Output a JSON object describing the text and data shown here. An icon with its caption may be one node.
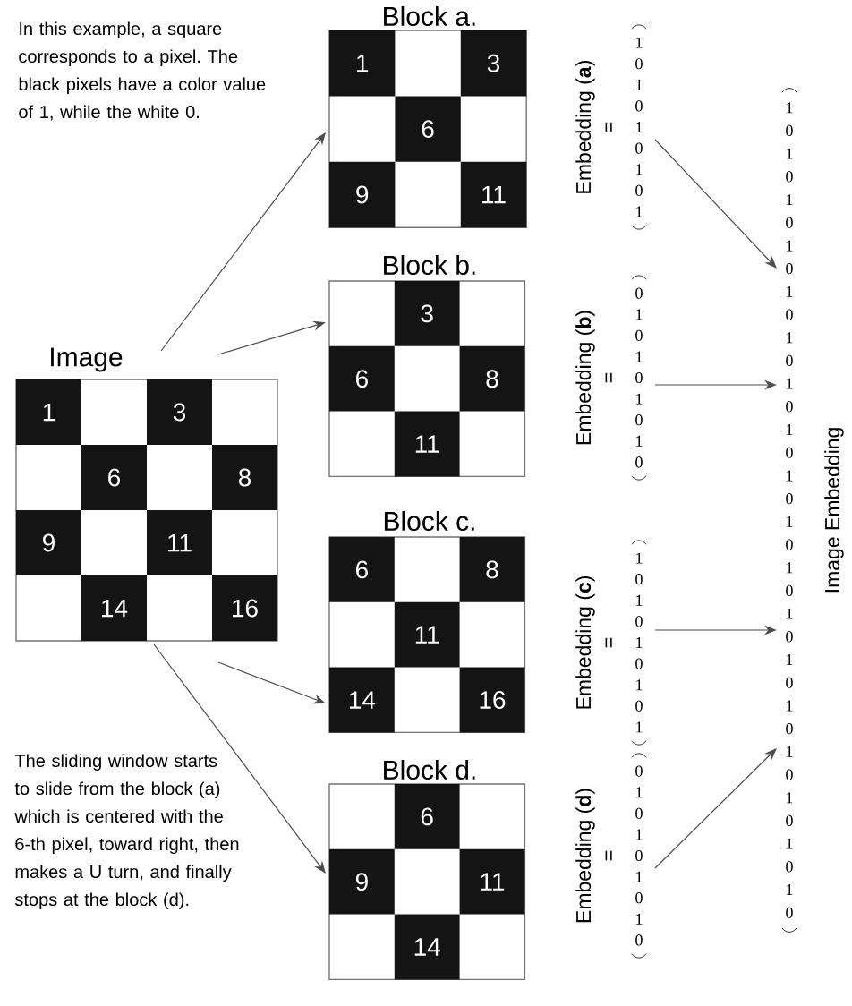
{
  "diagram": {
    "nodes": [
      {
        "text": [
          "Image",
          "1",
          "3",
          "6",
          "8",
          "9",
          "11",
          "14",
          "16"
        ]
      },
      {
        "text": [
          "Block a.",
          "1",
          "3",
          "6",
          "9",
          "11"
        ]
      },
      {
        "text": [
          "Block b.",
          "3",
          "6",
          "8",
          "11"
        ]
      },
      {
        "text": [
          "Block c.",
          "6",
          "8",
          "11",
          "14",
          "16"
        ]
      },
      {
        "text": [
          "Block d.",
          "6",
          "9",
          "11",
          "14"
        ]
      },
      {
        "text": [
          "Embedding (**a**)",
          "=",
          "1",
          "0",
          "1",
          "0",
          "1",
          "0",
          "1",
          "0",
          "1"
        ]
      },
      {
        "text": [
          "Embedding (**b**)",
          "=",
          "0",
          "1",
          "0",
          "1",
          "0",
          "1",
          "0",
          "1",
          "0"
        ]
      },
      {
        "text": [
          "Embedding (**c**)",
          "=",
          "1",
          "0",
          "1",
          "0",
          "1",
          "0",
          "1",
          "0",
          "1"
        ]
      },
      {
        "text": [
          "Embedding (**d**)",
          "=",
          "0",
          "1",
          "0",
          "1",
          "0",
          "1",
          "0",
          "1",
          "0"
        ]
      },
      {
        "text": [
          "Image Embedding",
          "1",
          "0",
          "1",
          "0",
          "1",
          "0",
          "1",
          "0",
          "1",
          "0",
          "1",
          "0",
          "1",
          "0",
          "1",
          "0",
          "1",
          "0",
          "1",
          "0",
          "1",
          "0",
          "1",
          "0",
          "1",
          "0",
          "1",
          "0",
          "1",
          "0",
          "1",
          "0",
          "1",
          "0",
          "1",
          "0"
        ]
      }
    ],
    "edges": [
      {
        "from": 0,
        "to": 1,
        "arrow": "to"
      },
      {
        "from": 0,
        "to": 2,
        "arrow": "to"
      },
      {
        "from": 0,
        "to": 3,
        "arrow": "to"
      },
      {
        "from": 0,
        "to": 4,
        "arrow": "to"
      },
      {
        "from": 5,
        "to": 9,
        "arrow": "to"
      },
      {
        "from": 6,
        "to": 9,
        "arrow": "to"
      },
      {
        "from": 7,
        "to": 9,
        "arrow": "to"
      },
      {
        "from": 8,
        "to": 9,
        "arrow": "to"
      }
    ],
    "labels": [
      "In this example, a square corresponds to a pixel. The black pixels have a color value of 1, while the white 0.",
      "The sliding window starts to slide from the block (a) which is centered with the 6-th pixel, toward right, then makes a U turn, and finally stops at the block (d)."
    ]
  }
}
